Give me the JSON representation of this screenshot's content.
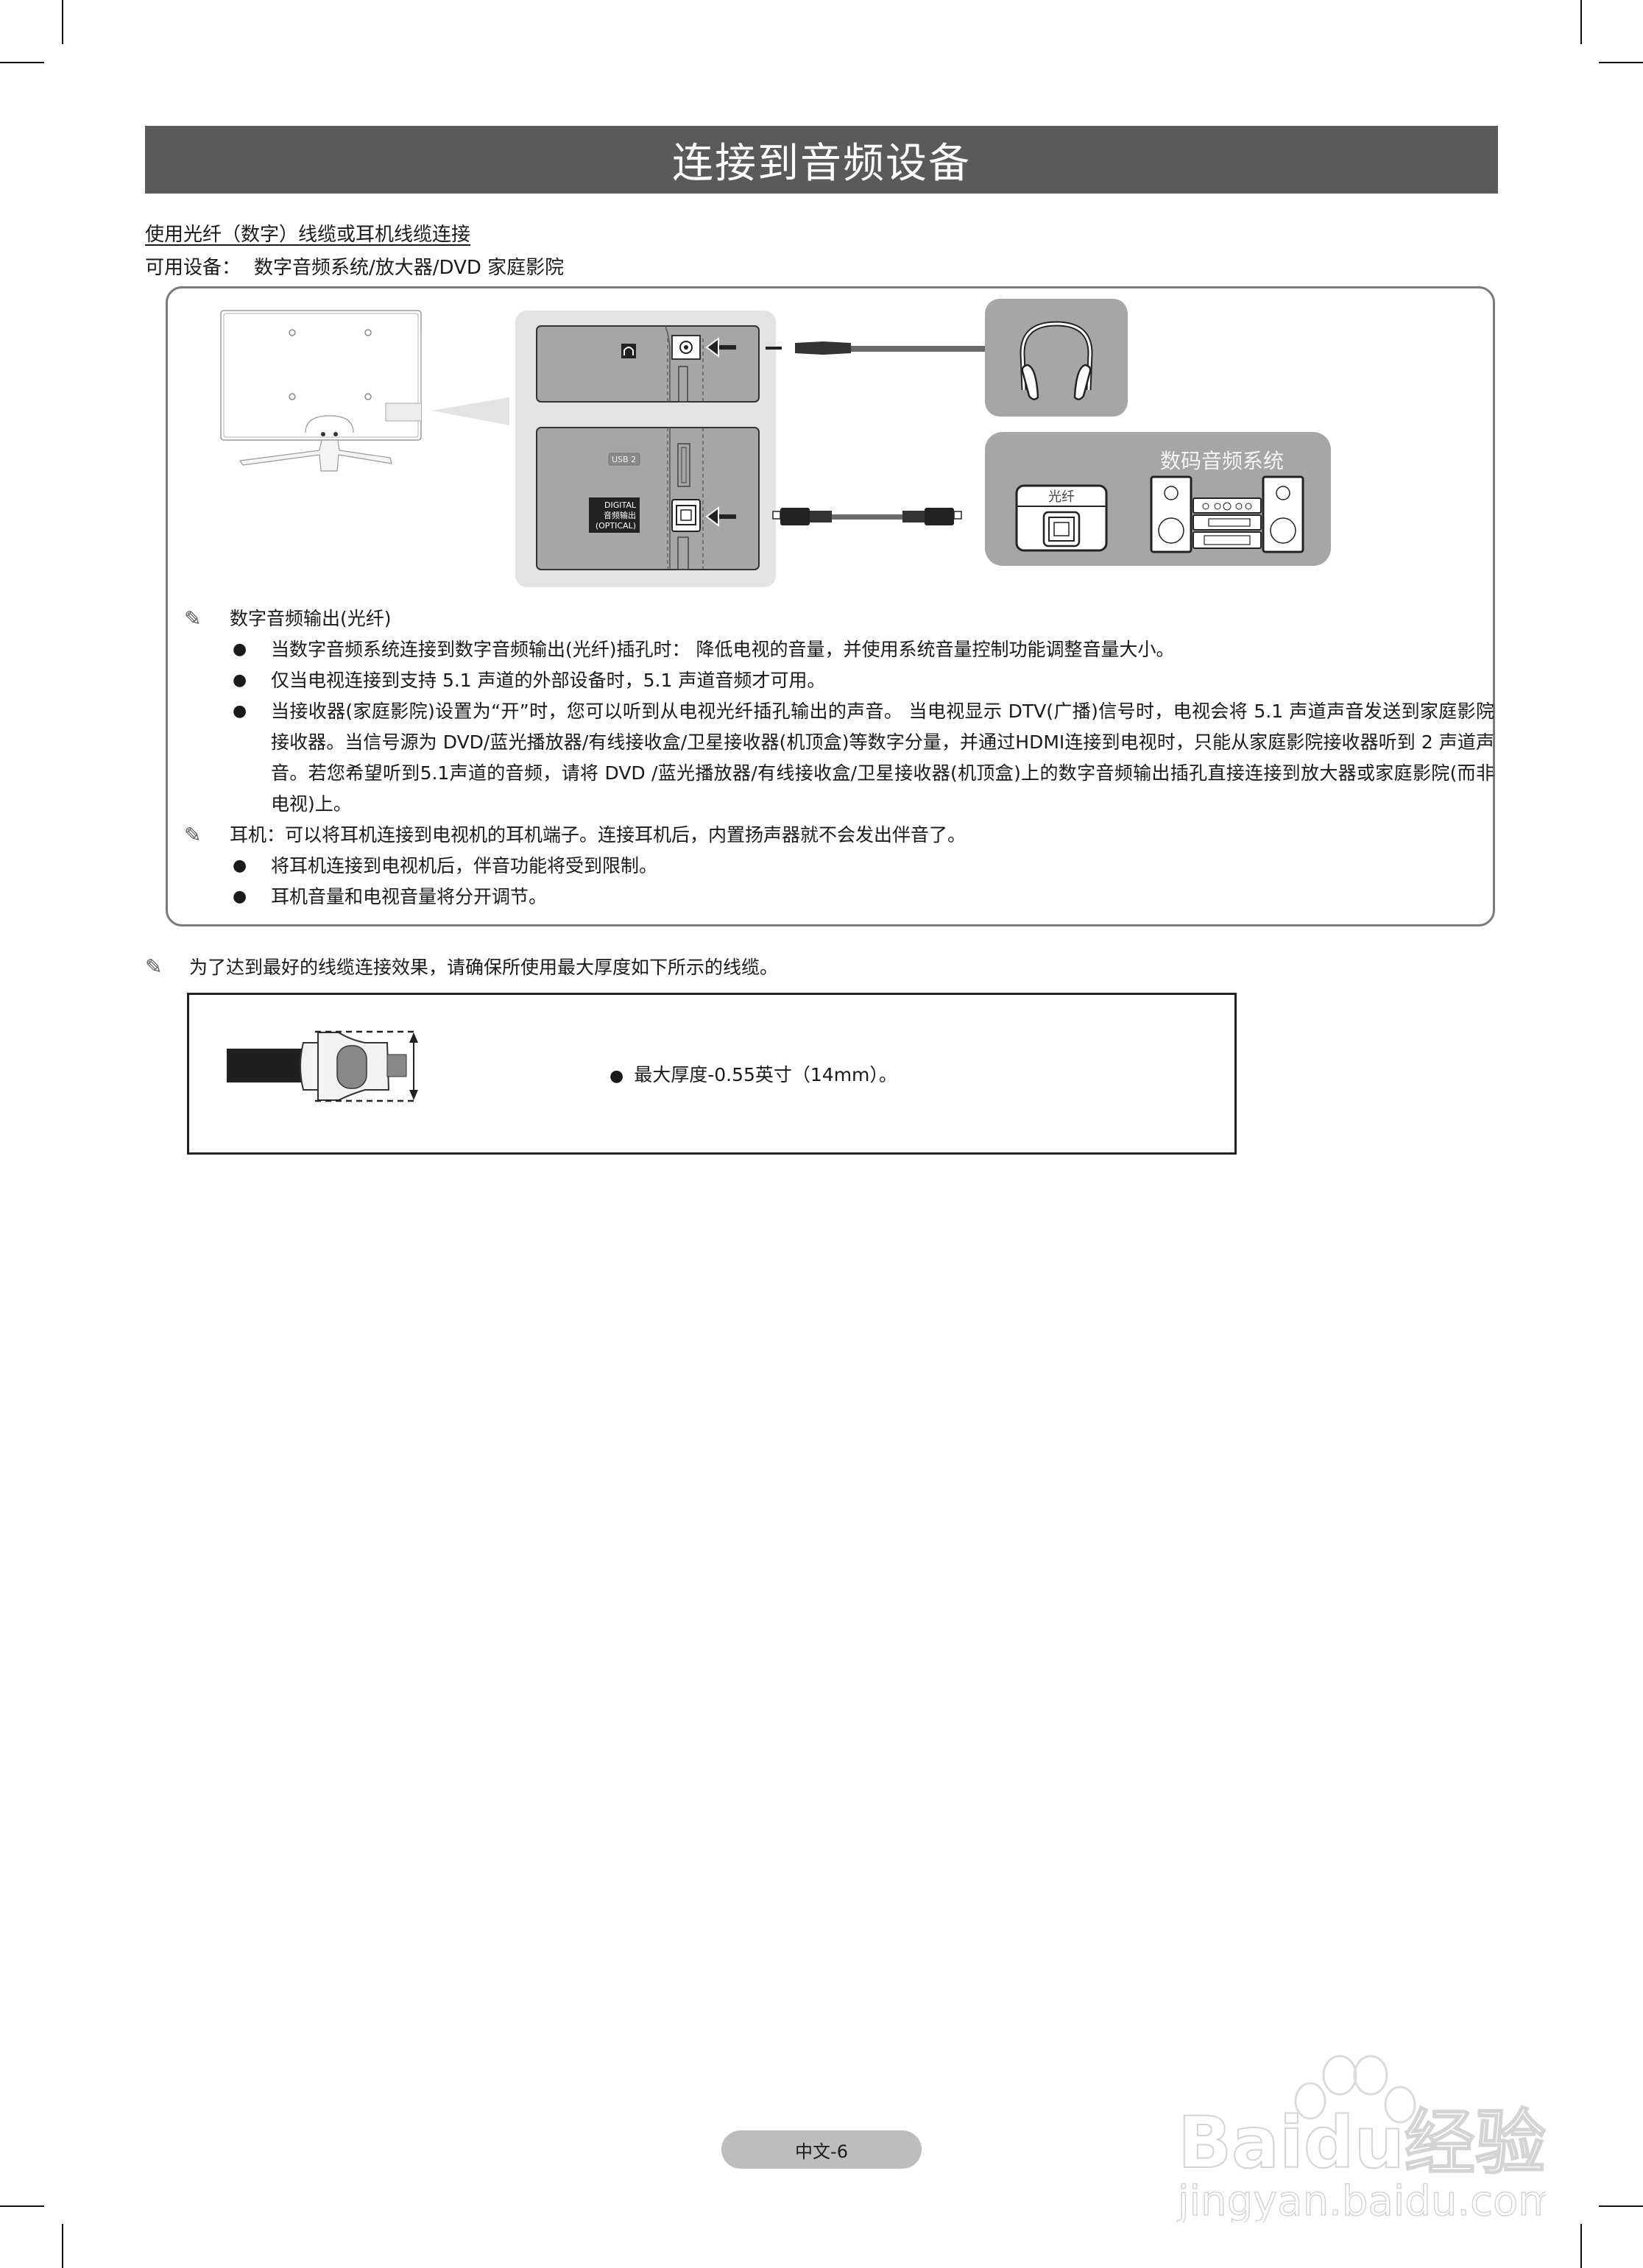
{
  "page": {
    "title": "连接到音频设备",
    "subheading": "使用光纤（数字）线缆或耳机线缆连接",
    "available_devices_label": "可用设备：",
    "available_devices_value": "数字音频系统/放大器/DVD 家庭影院"
  },
  "diagram": {
    "tv_panel_labels": {
      "headphone_port_icon": "headphone-icon",
      "usb_label": "USB 2",
      "digital_label_line1": "DIGITAL",
      "digital_label_line2": "音频输出",
      "digital_label_line3": "(OPTICAL)"
    },
    "device_headphones": "headphones-icon",
    "audio_system_title": "数码音频系统",
    "optical_port_label": "光纤"
  },
  "notes": [
    {
      "type": "note",
      "icon": "pencil-note-icon",
      "text": "数字音频输出(光纤)",
      "bullets": [
        "当数字音频系统连接到数字音频输出(光纤)插孔时： 降低电视的音量，并使用系统音量控制功能调整音量大小。",
        "仅当电视连接到支持 5.1 声道的外部设备时，5.1 声道音频才可用。",
        "当接收器(家庭影院)设置为“开”时，您可以听到从电视光纤插孔输出的声音。 当电视显示 DTV(广播)信号时，电视会将 5.1 声道声音发送到家庭影院接收器。当信号源为 DVD/蓝光播放器/有线接收盒/卫星接收器(机顶盒)等数字分量，并通过HDMI连接到电视时，只能从家庭影院接收器听到 2 声道声音。若您希望听到5.1声道的音频，请将 DVD /蓝光播放器/有线接收盒/卫星接收器(机顶盒)上的数字音频输出插孔直接连接到放大器或家庭影院(而非电视)上。"
      ]
    },
    {
      "type": "note",
      "icon": "pencil-note-icon",
      "text": "耳机：可以将耳机连接到电视机的耳机端子。连接耳机后，内置扬声器就不会发出伴音了。",
      "bullets": [
        "将耳机连接到电视机后，伴音功能将受到限制。",
        "耳机音量和电视音量将分开调节。"
      ]
    }
  ],
  "tip": {
    "icon": "pencil-note-icon",
    "text": "为了达到最好的线缆连接效果，请确保所使用最大厚度如下所示的线缆。"
  },
  "cable_spec": {
    "bullet": "●",
    "text": "最大厚度-0.55英寸（14mm）。"
  },
  "footer": {
    "page_number": "中文-6"
  },
  "watermark": {
    "brand": "Baidu经验",
    "url": "jingyan.baidu.com"
  },
  "colors": {
    "title_bar": "#5b5a5b",
    "panel_gray": "#a6a6a6",
    "panel_light": "#e3e3e3",
    "frame_border": "#7a7a7a",
    "page_pill": "#bdbdbd"
  }
}
